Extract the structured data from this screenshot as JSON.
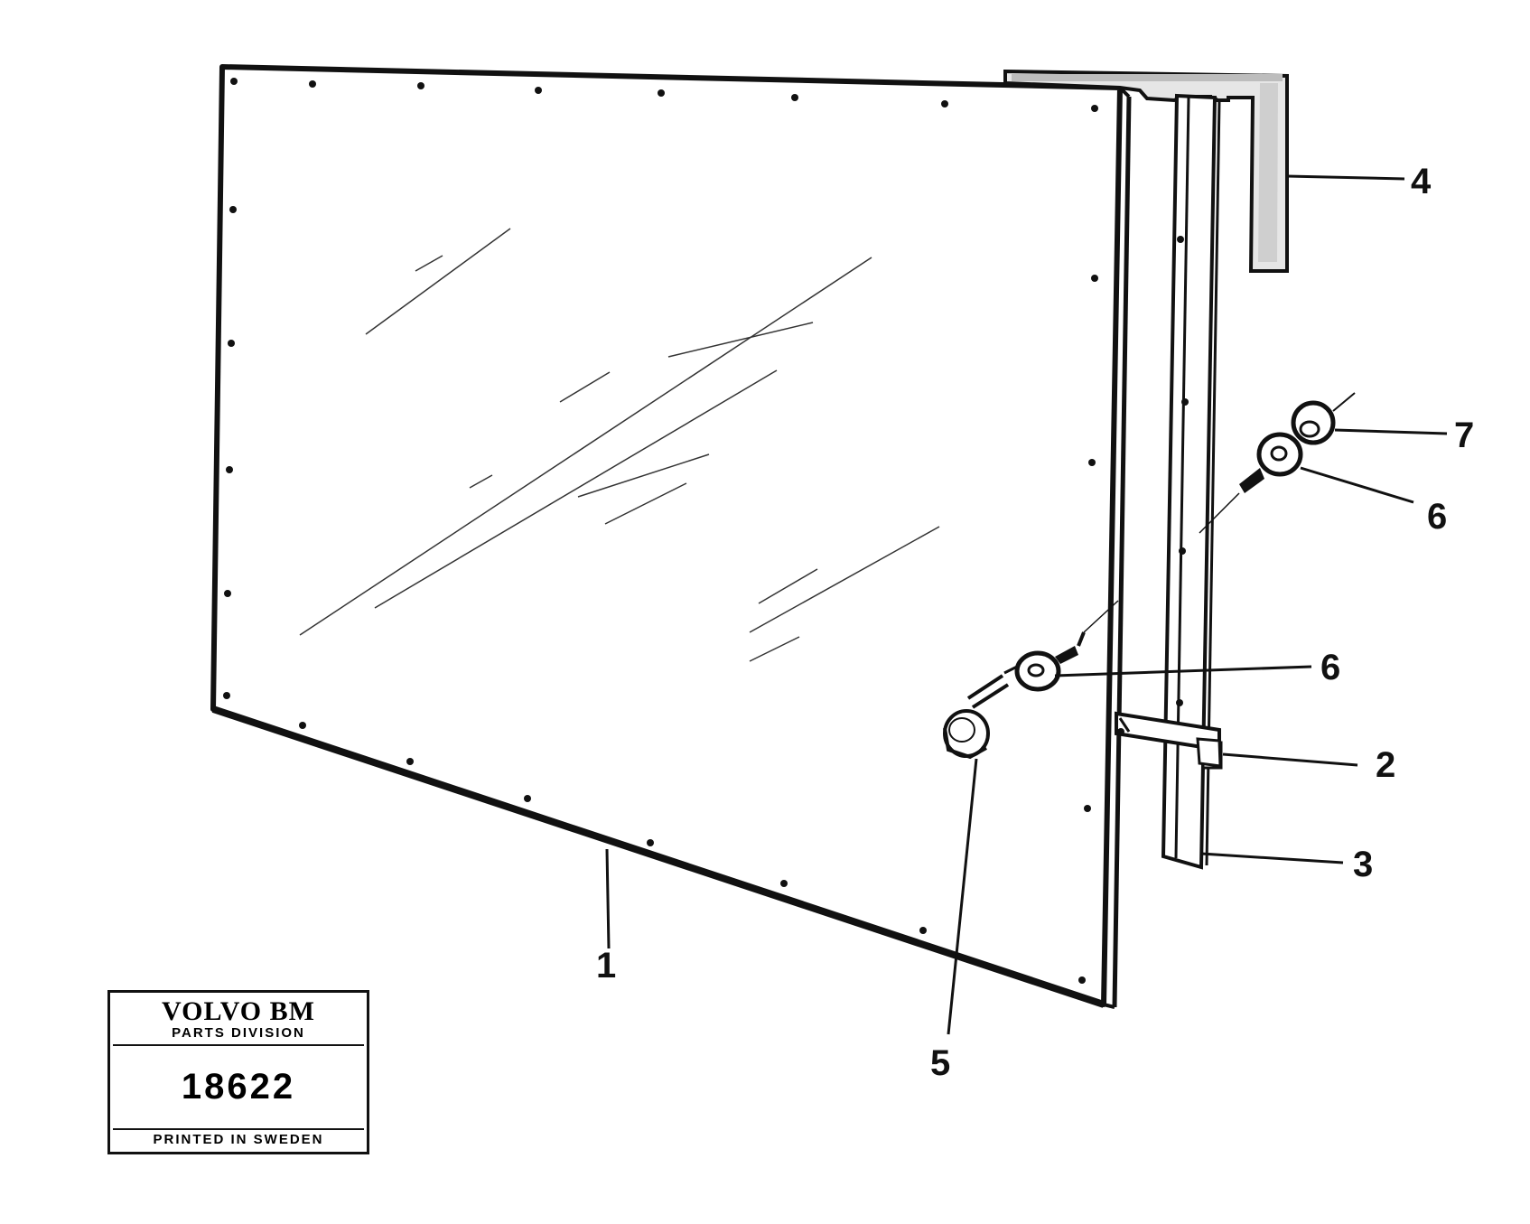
{
  "callouts": {
    "c1": "1",
    "c2": "2",
    "c3": "3",
    "c4": "4",
    "c5": "5",
    "c6a": "6",
    "c6b": "6",
    "c7": "7"
  },
  "stamp": {
    "brand": "VOLVO BM",
    "division": "PARTS DIVISION",
    "number": "18622",
    "printed": "PRINTED IN SWEDEN"
  }
}
